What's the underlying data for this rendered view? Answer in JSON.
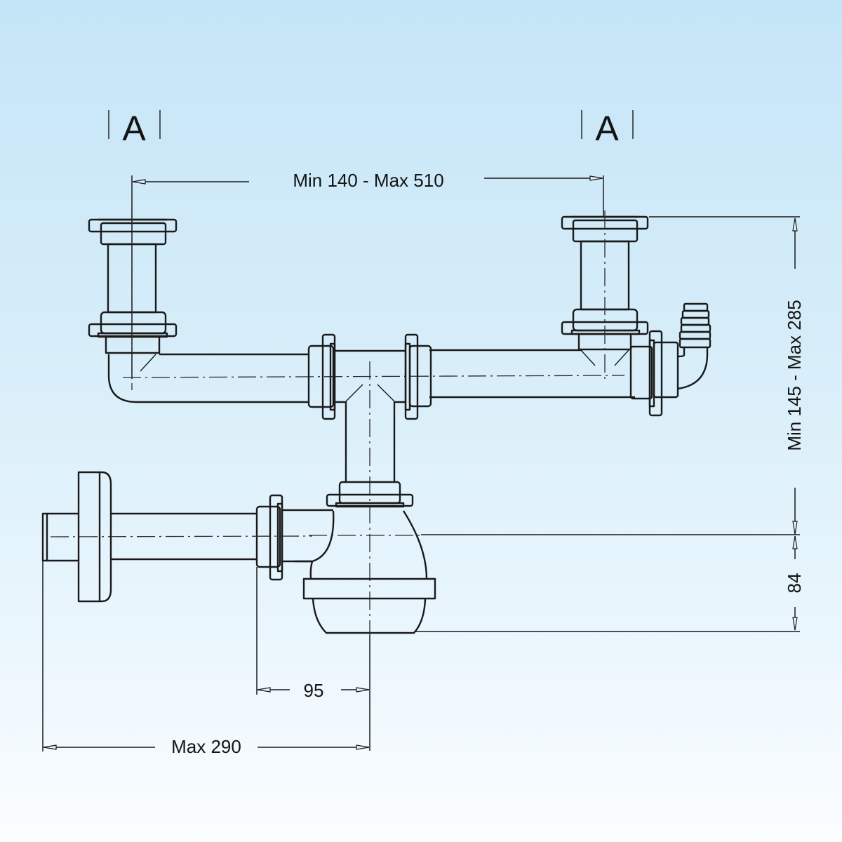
{
  "diagram": {
    "title": "Double bowl sink siphon with appliance connection",
    "section_marks": [
      {
        "id": "section-a-left",
        "label": "A"
      },
      {
        "id": "section-a-right",
        "label": "A"
      }
    ],
    "dimensions": {
      "outlet_spacing": "Min 140 - Max 510",
      "inlet_height": "Min 145 - Max 285",
      "trap_depth": "84",
      "trap_offset": "95",
      "wall_reach": "Max 290"
    },
    "components": [
      "left-sink-outlet",
      "right-sink-outlet",
      "horizontal-connector-pipe",
      "tee-junction",
      "appliance-hose-connector",
      "bottle-trap",
      "wall-outlet-pipe",
      "wall-flange"
    ],
    "colors": {
      "background_top": "#c4e5f7",
      "background_bottom": "#fbfdff",
      "line": "#1a1a1a"
    }
  }
}
